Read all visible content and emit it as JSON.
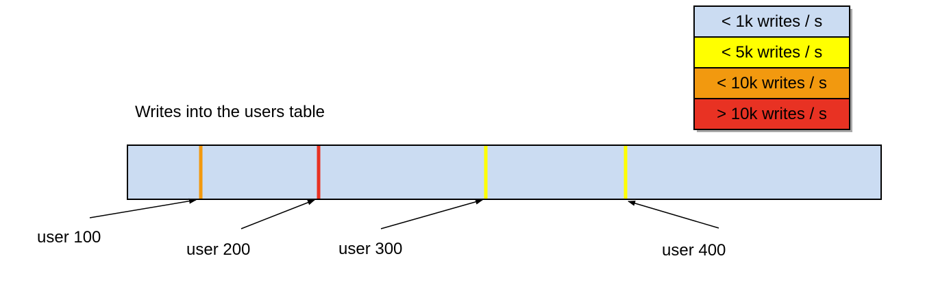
{
  "title": "Writes into the users table",
  "colors": {
    "bar_fill": "#cbdcf2",
    "lt_1k": "#cbdcf2",
    "lt_5k": "#ffff00",
    "lt_10k": "#f2990f",
    "gt_10k": "#e83223",
    "border": "#000000"
  },
  "legend": {
    "items": [
      {
        "label": "< 1k writes / s",
        "color": "#cbdcf2"
      },
      {
        "label": "< 5k writes / s",
        "color": "#ffff00"
      },
      {
        "label": "< 10k writes / s",
        "color": "#f2990f"
      },
      {
        "label": "> 10k writes / s",
        "color": "#e83223"
      }
    ]
  },
  "bar": {
    "markers": [
      {
        "label": "user 100",
        "rate": "< 10k writes / s",
        "color": "#f2990f",
        "position_pct": 9.65
      },
      {
        "label": "user 200",
        "rate": "> 10k writes / s",
        "color": "#e83223",
        "position_pct": 25.3
      },
      {
        "label": "user 300",
        "rate": "< 5k writes / s",
        "color": "#ffff00",
        "position_pct": 47.5
      },
      {
        "label": "user 400",
        "rate": "< 5k writes / s",
        "color": "#ffff00",
        "position_pct": 66.1
      }
    ]
  }
}
